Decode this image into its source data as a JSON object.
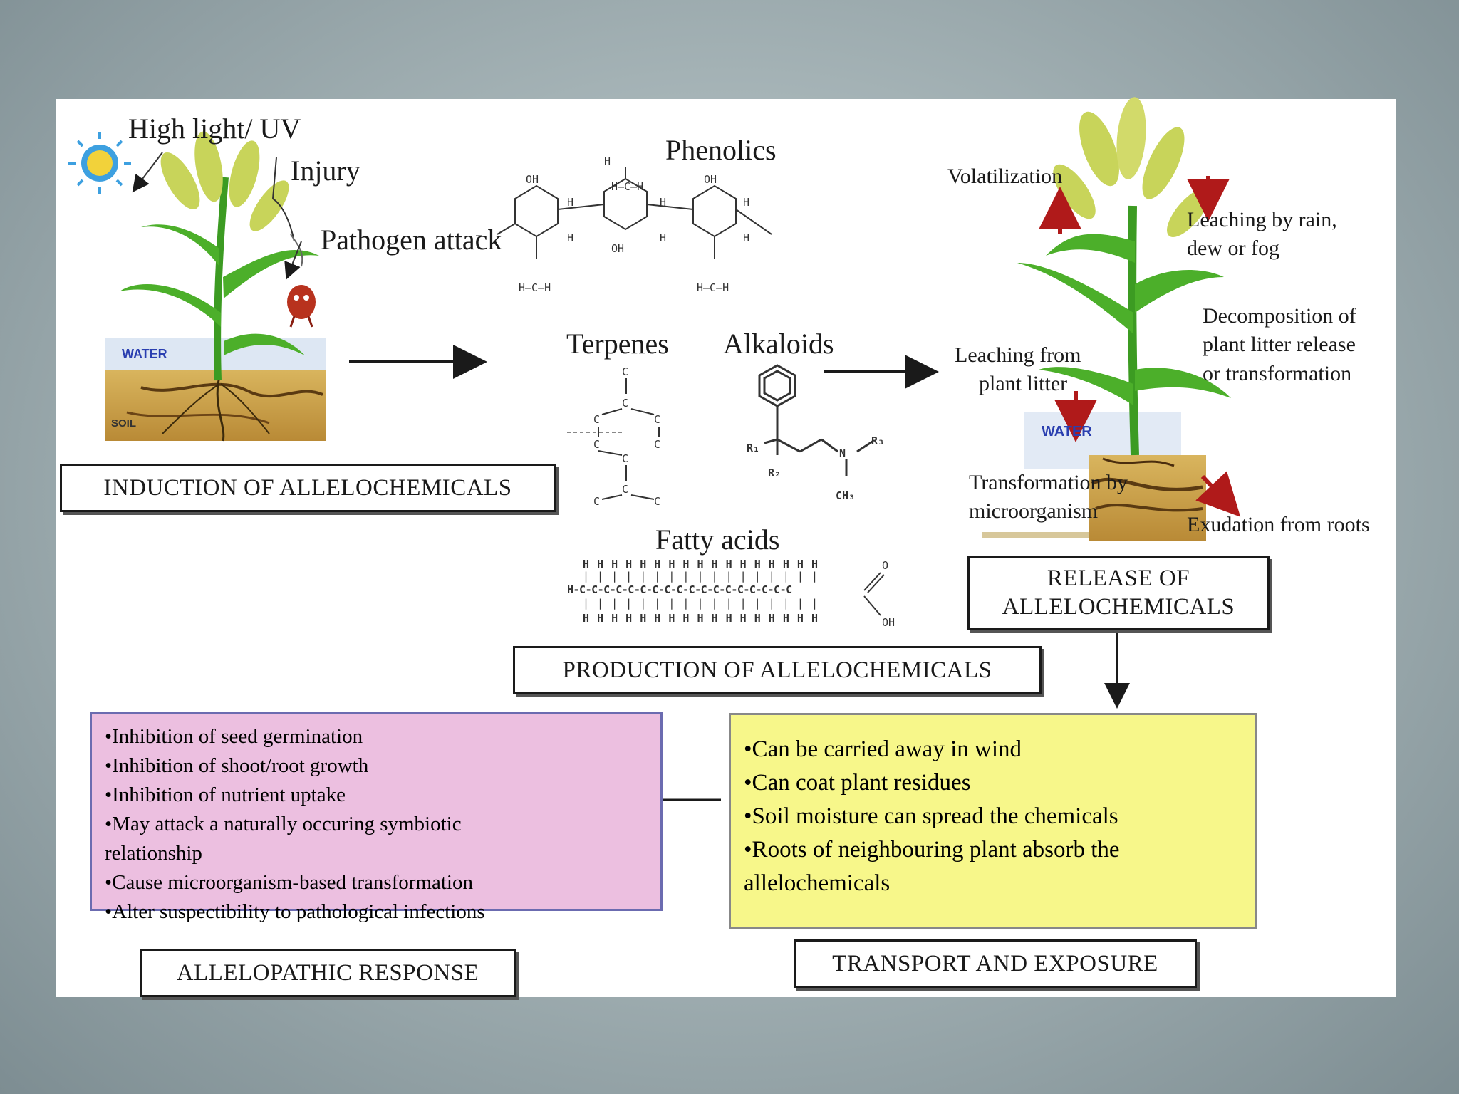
{
  "induction": {
    "title": "INDUCTION OF ALLELOCHEMICALS",
    "labels": [
      "High light/ UV",
      "Injury",
      "Pathogen attack"
    ],
    "water_label": "WATER",
    "soil_label": "SOIL"
  },
  "production": {
    "title": "PRODUCTION OF  ALLELOCHEMICALS",
    "phenolics": "Phenolics",
    "terpenes": "Terpenes",
    "alkaloids": "Alkaloids",
    "fatty_acids": "Fatty acids"
  },
  "release": {
    "title_line1": "RELEASE OF",
    "title_line2": "ALLELOCHEMICALS",
    "volatilization": "Volatilization",
    "leaching_rain_1": "Leaching by rain,",
    "leaching_rain_2": "dew or fog",
    "decomposition_1": "Decomposition of",
    "decomposition_2": "plant litter release",
    "decomposition_3": "or transformation",
    "leaching_litter_1": "Leaching from",
    "leaching_litter_2": "plant litter",
    "water_label": "WATER",
    "transformation_1": "Transformation by",
    "transformation_2": "microorganism",
    "exudation": "Exudation from roots"
  },
  "transport": {
    "title": "TRANSPORT AND EXPOSURE",
    "items": [
      "•Can be carried away in wind",
      "•Can coat plant residues",
      "•Soil moisture can spread the chemicals",
      "•Roots of neighbouring plant absorb the",
      "allelochemicals"
    ]
  },
  "response": {
    "title": "ALLELOPATHIC RESPONSE",
    "items": [
      "•Inhibition of seed germination",
      "•Inhibition of shoot/root growth",
      "•Inhibition of nutrient uptake",
      "•May attack a naturally occuring symbiotic",
      "relationship",
      "•Cause microorganism-based transformation",
      "•Alter suspectibility to pathological infections"
    ]
  },
  "colors": {
    "plant_green": "#4caf2a",
    "grain_yellow": "#c8d45a",
    "water_blue": "#d7e4f2",
    "soil_brown": "#c9a54a",
    "arrow_red": "#b01a1a",
    "response_pink": "#ecbfe0",
    "transport_yellow": "#f7f78a"
  },
  "icons": [
    "sun-icon",
    "pathogen-icon",
    "plant-icon",
    "benzene-ring-icon"
  ]
}
